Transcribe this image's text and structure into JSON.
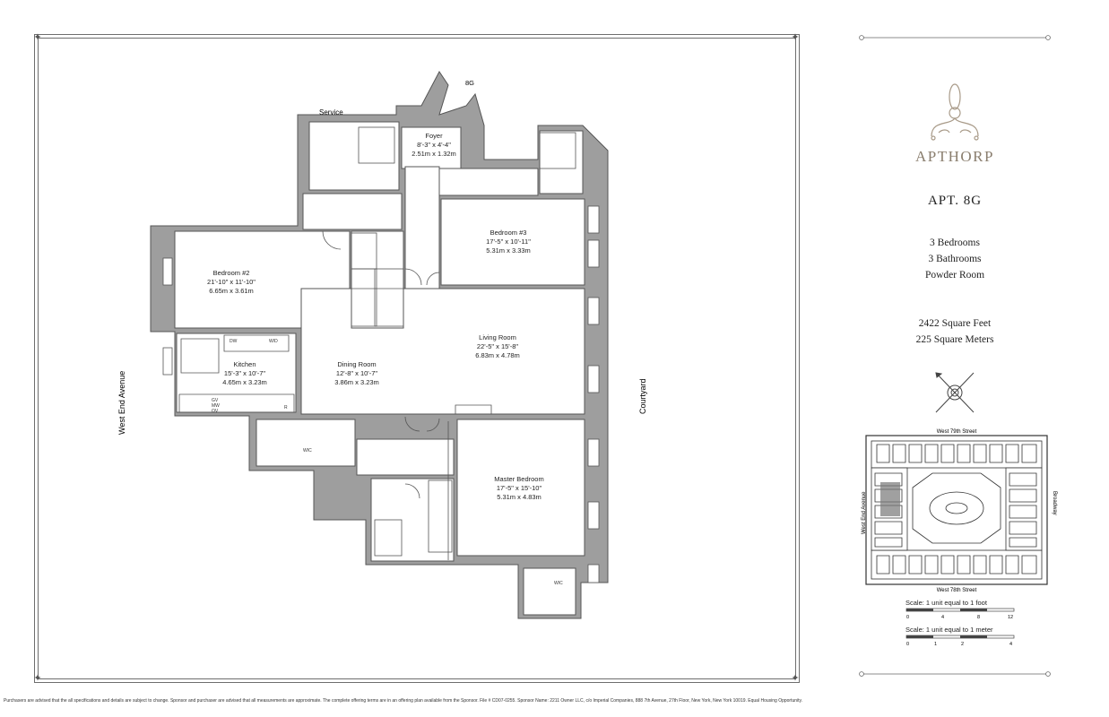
{
  "plan": {
    "unit_tag": "8G",
    "service_label": "Service",
    "street_west": "West End Avenue",
    "courtyard": "Courtyard",
    "rooms": [
      {
        "name": "Foyer",
        "dims": "8'-3\" x 4'-4\"",
        "metric": "2.51m x 1.32m"
      },
      {
        "name": "Bedroom #3",
        "dims": "17'-5\" x 10'-11\"",
        "metric": "5.31m x 3.33m"
      },
      {
        "name": "Bedroom #2",
        "dims": "21'-10\" x 11'-10\"",
        "metric": "6.65m x 3.61m"
      },
      {
        "name": "Living Room",
        "dims": "22'-5\" x 15'-8\"",
        "metric": "6.83m x 4.78m"
      },
      {
        "name": "Kitchen",
        "dims": "15'-3\" x 10'-7\"",
        "metric": "4.65m x 3.23m"
      },
      {
        "name": "Dining Room",
        "dims": "12'-8\" x 10'-7\"",
        "metric": "3.86m x 3.23m"
      },
      {
        "name": "Master Bedroom",
        "dims": "17'-5\" x 15'-10\"",
        "metric": "5.31m x 4.83m"
      }
    ],
    "fixtures": [
      "DW",
      "W/D",
      "GV",
      "MW",
      "OV",
      "R",
      "WIC",
      "WIC"
    ]
  },
  "brand": {
    "name": "APTHORP"
  },
  "apartment": {
    "title": "APT. 8G"
  },
  "specs": {
    "bedrooms": "3 Bedrooms",
    "bathrooms": "3 Bathrooms",
    "powder": "Powder Room",
    "sqft": "2422 Square Feet",
    "sqm": "225 Square Meters"
  },
  "locator": {
    "north_street": "West 79th Street",
    "south_street": "West 78th Street",
    "west_street": "West End Avenue",
    "east_street": "Broadway"
  },
  "scale": {
    "feet_label": "Scale: 1 unit equal to 1 foot",
    "feet_ticks": [
      "0",
      "4",
      "8",
      "12"
    ],
    "meter_label": "Scale: 1 unit equal to 1 meter",
    "meter_ticks": [
      "0",
      "1",
      "2",
      "4"
    ]
  },
  "disclaimer": "Purchasers are advised that the all specifications and details are subject to change. Sponsor and purchaser are advised that all measurements are approximate. The complete offering terms are in an offering plan available from the Sponsor. File # CD07-0255. Sponsor Name: 2211 Owner LLC, c/o Imperial Companies, 888 7th Avenue, 27th Floor, New York, New York 10019. Equal Housing Opportunity."
}
